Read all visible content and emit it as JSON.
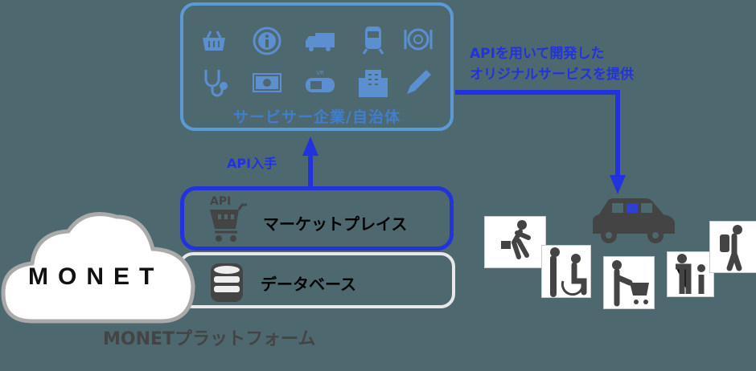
{
  "service_box": {
    "label": "サービサー企業/自治体",
    "icons": [
      "shopping-basket-icon",
      "info-icon",
      "delivery-truck-icon",
      "train-icon",
      "restaurant-icon",
      "stethoscope-icon",
      "money-icon",
      "vr-headset-icon",
      "office-building-icon",
      "pencil-icon"
    ]
  },
  "callout": {
    "line1": "APIを用いて開発した",
    "line2": "オリジナルサービスを提供"
  },
  "api_arrow_label": "API入手",
  "marketplace": {
    "label": "マーケットプレイス",
    "icon_text": "API"
  },
  "database": {
    "label": "データベース"
  },
  "platform": {
    "logo_text": "MONET",
    "label": "MONETプラットフォーム"
  },
  "users": [
    "businessperson-walking-icon",
    "wheelchair-assist-icon",
    "shopping-cart-person-icon",
    "parent-child-icon",
    "student-backpack-icon"
  ],
  "colors": {
    "background": "#4e6870",
    "service_border": "#5b9bd5",
    "accent_blue": "#2233dd",
    "dark_icon": "#444444"
  }
}
